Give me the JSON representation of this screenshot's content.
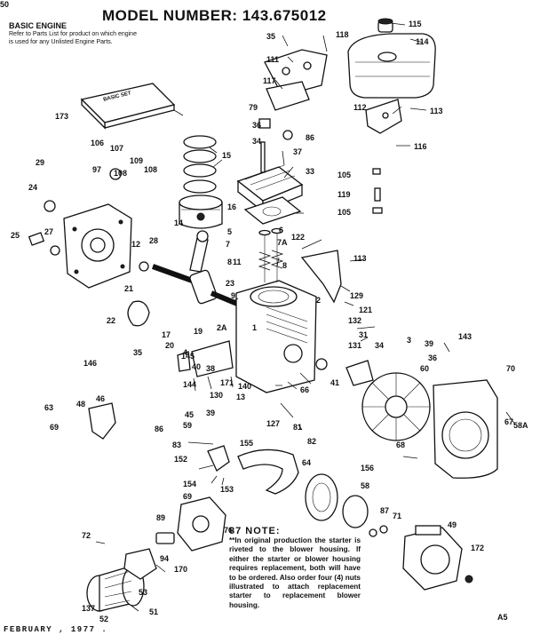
{
  "header": {
    "model_label": "MODEL NUMBER:",
    "model_number": "143.675012",
    "section": "BASIC ENGINE",
    "note": "Refer to Parts List for product on which engine is used for any Unlisted Engine Parts."
  },
  "book_label": "BASIC SET",
  "callouts": [
    "115",
    "114",
    "35",
    "118",
    "111",
    "117",
    "173",
    "79",
    "36",
    "34",
    "86",
    "112",
    "113",
    "116",
    "106",
    "107",
    "109",
    "108",
    "29",
    "97",
    "108",
    "15",
    "37",
    "33",
    "24",
    "105",
    "119",
    "105",
    "16",
    "5",
    "6",
    "7A",
    "122",
    "25",
    "27",
    "28",
    "12",
    "7",
    "8",
    "8",
    "113",
    "23",
    "14",
    "11",
    "9",
    "129",
    "121",
    "21",
    "132",
    "2",
    "1",
    "22",
    "131",
    "31",
    "17",
    "20",
    "19",
    "2A",
    "4",
    "3",
    "143",
    "35",
    "146",
    "145",
    "40",
    "38",
    "39",
    "36",
    "34",
    "144",
    "171",
    "41",
    "39",
    "130",
    "140",
    "13",
    "60",
    "70",
    "66",
    "63",
    "48",
    "46",
    "45",
    "59",
    "127",
    "67",
    "68",
    "69",
    "86",
    "81",
    "82",
    "83",
    "155",
    "152",
    "64",
    "154",
    "153",
    "156",
    "58",
    "58A",
    "69",
    "89",
    "76",
    "87",
    "71",
    "72",
    "94",
    "170",
    "49",
    "172",
    "137",
    "52",
    "51",
    "53",
    "50"
  ],
  "note": {
    "title": "87 NOTE:",
    "body": "**In original production the starter is riveted to the blower housing. If either the starter or blower housing requires replacement, both will have to be ordered. Also order four (4) nuts illustrated to attach replacement starter to replacement blower housing."
  },
  "footer": {
    "date": "FEBRUARY , 1977 .",
    "page": "A5"
  }
}
